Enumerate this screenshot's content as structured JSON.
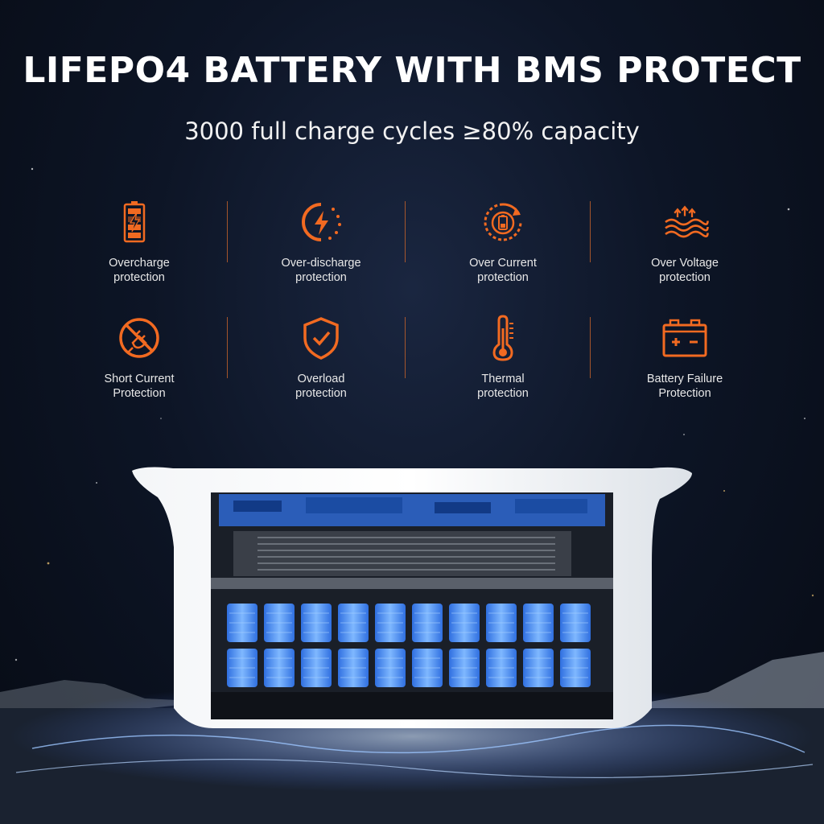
{
  "header": {
    "title": "LIFEPO4 BATTERY WITH BMS PROTECT",
    "subtitle": "3000 full charge cycles ≥80% capacity"
  },
  "colors": {
    "accent": "#f26a21",
    "background": "#0d1526",
    "cell_blue": "#3a8dff"
  },
  "features": [
    {
      "icon": "battery-charge-icon",
      "label": "Overcharge\nprotection"
    },
    {
      "icon": "discharge-bolt-icon",
      "label": "Over-discharge\nprotection"
    },
    {
      "icon": "current-cycle-icon",
      "label": "Over Current\nprotection"
    },
    {
      "icon": "voltage-wave-icon",
      "label": "Over Voltage\nprotection"
    },
    {
      "icon": "short-circuit-plug-icon",
      "label": "Short Current\nProtection"
    },
    {
      "icon": "shield-check-icon",
      "label": "Overload\nprotection"
    },
    {
      "icon": "thermometer-icon",
      "label": "Thermal\nprotection"
    },
    {
      "icon": "car-battery-icon",
      "label": "Battery Failure\nProtection"
    }
  ]
}
